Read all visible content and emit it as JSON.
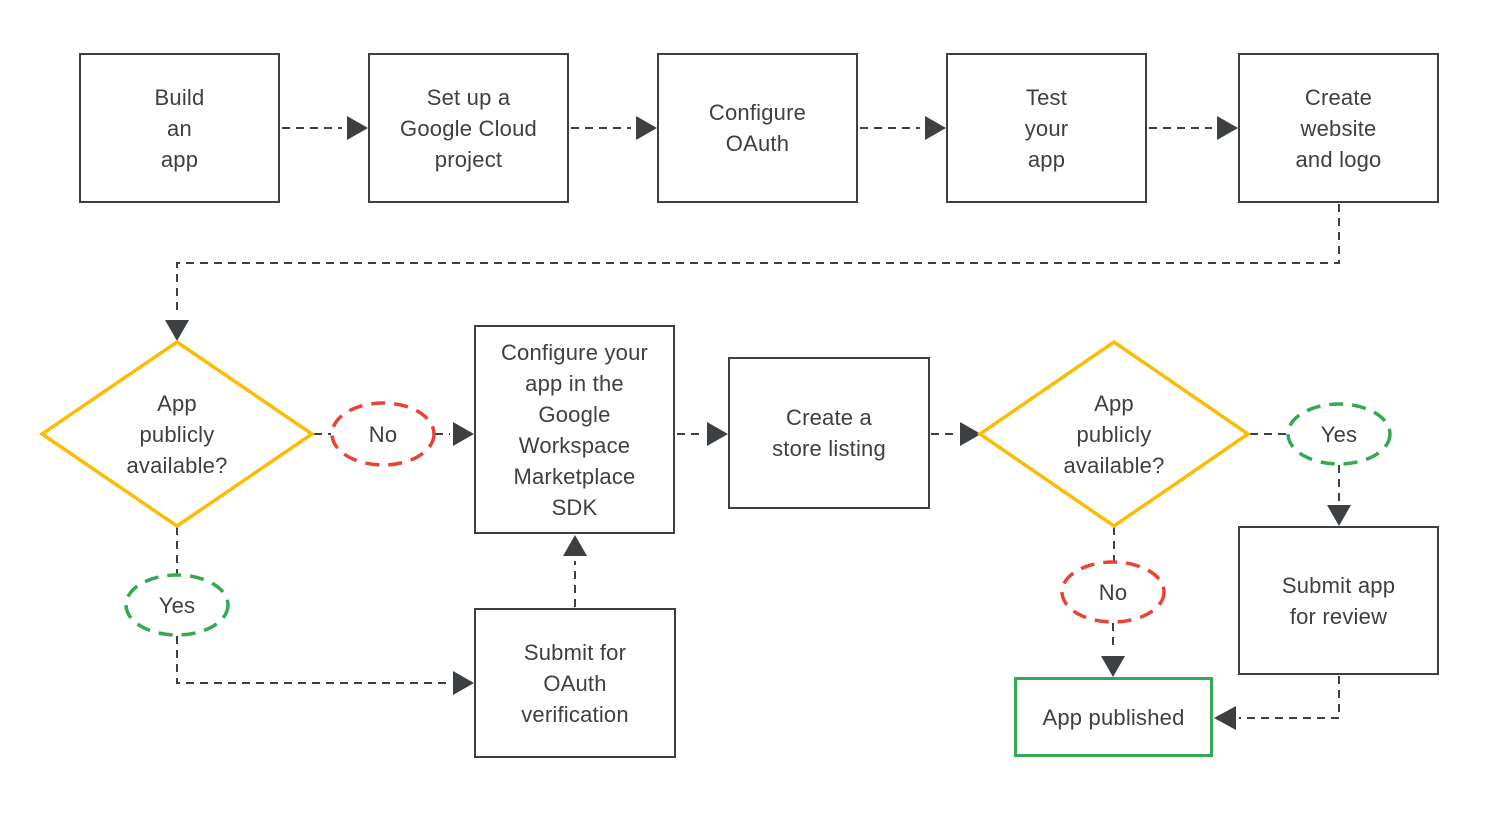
{
  "diagram": {
    "type": "flowchart",
    "colors": {
      "outline": "#3c4043",
      "text": "#3c4043",
      "connector": "#3c4043",
      "decision_outline": "#fbbc04",
      "yes_outline": "#34a853",
      "no_outline": "#ea4335",
      "published_outline": "#34a853",
      "background": "#ffffff"
    },
    "nodes": {
      "build_app": {
        "shape": "rect",
        "label": "Build\nan\napp"
      },
      "setup_project": {
        "shape": "rect",
        "label": "Set up a\nGoogle Cloud\nproject"
      },
      "configure_oauth": {
        "shape": "rect",
        "label": "Configure\nOAuth"
      },
      "test_app": {
        "shape": "rect",
        "label": "Test\nyour\napp"
      },
      "create_website": {
        "shape": "rect",
        "label": "Create\nwebsite\nand logo"
      },
      "decision_public_left": {
        "shape": "diamond",
        "label": "App\npublicly\navailable?"
      },
      "no_left": {
        "shape": "ellipse",
        "label": "No"
      },
      "yes_left": {
        "shape": "ellipse",
        "label": "Yes"
      },
      "configure_sdk": {
        "shape": "rect",
        "label": "Configure your\napp in the\nGoogle\nWorkspace\nMarketplace\nSDK"
      },
      "submit_oauth": {
        "shape": "rect",
        "label": "Submit for\nOAuth\nverification"
      },
      "store_listing": {
        "shape": "rect",
        "label": "Create a\nstore listing"
      },
      "decision_public_right": {
        "shape": "diamond",
        "label": "App\npublicly\navailable?"
      },
      "yes_right": {
        "shape": "ellipse",
        "label": "Yes"
      },
      "no_right": {
        "shape": "ellipse",
        "label": "No"
      },
      "submit_review": {
        "shape": "rect",
        "label": "Submit app\nfor review"
      },
      "app_published": {
        "shape": "rect-highlight",
        "label": "App published"
      }
    }
  }
}
